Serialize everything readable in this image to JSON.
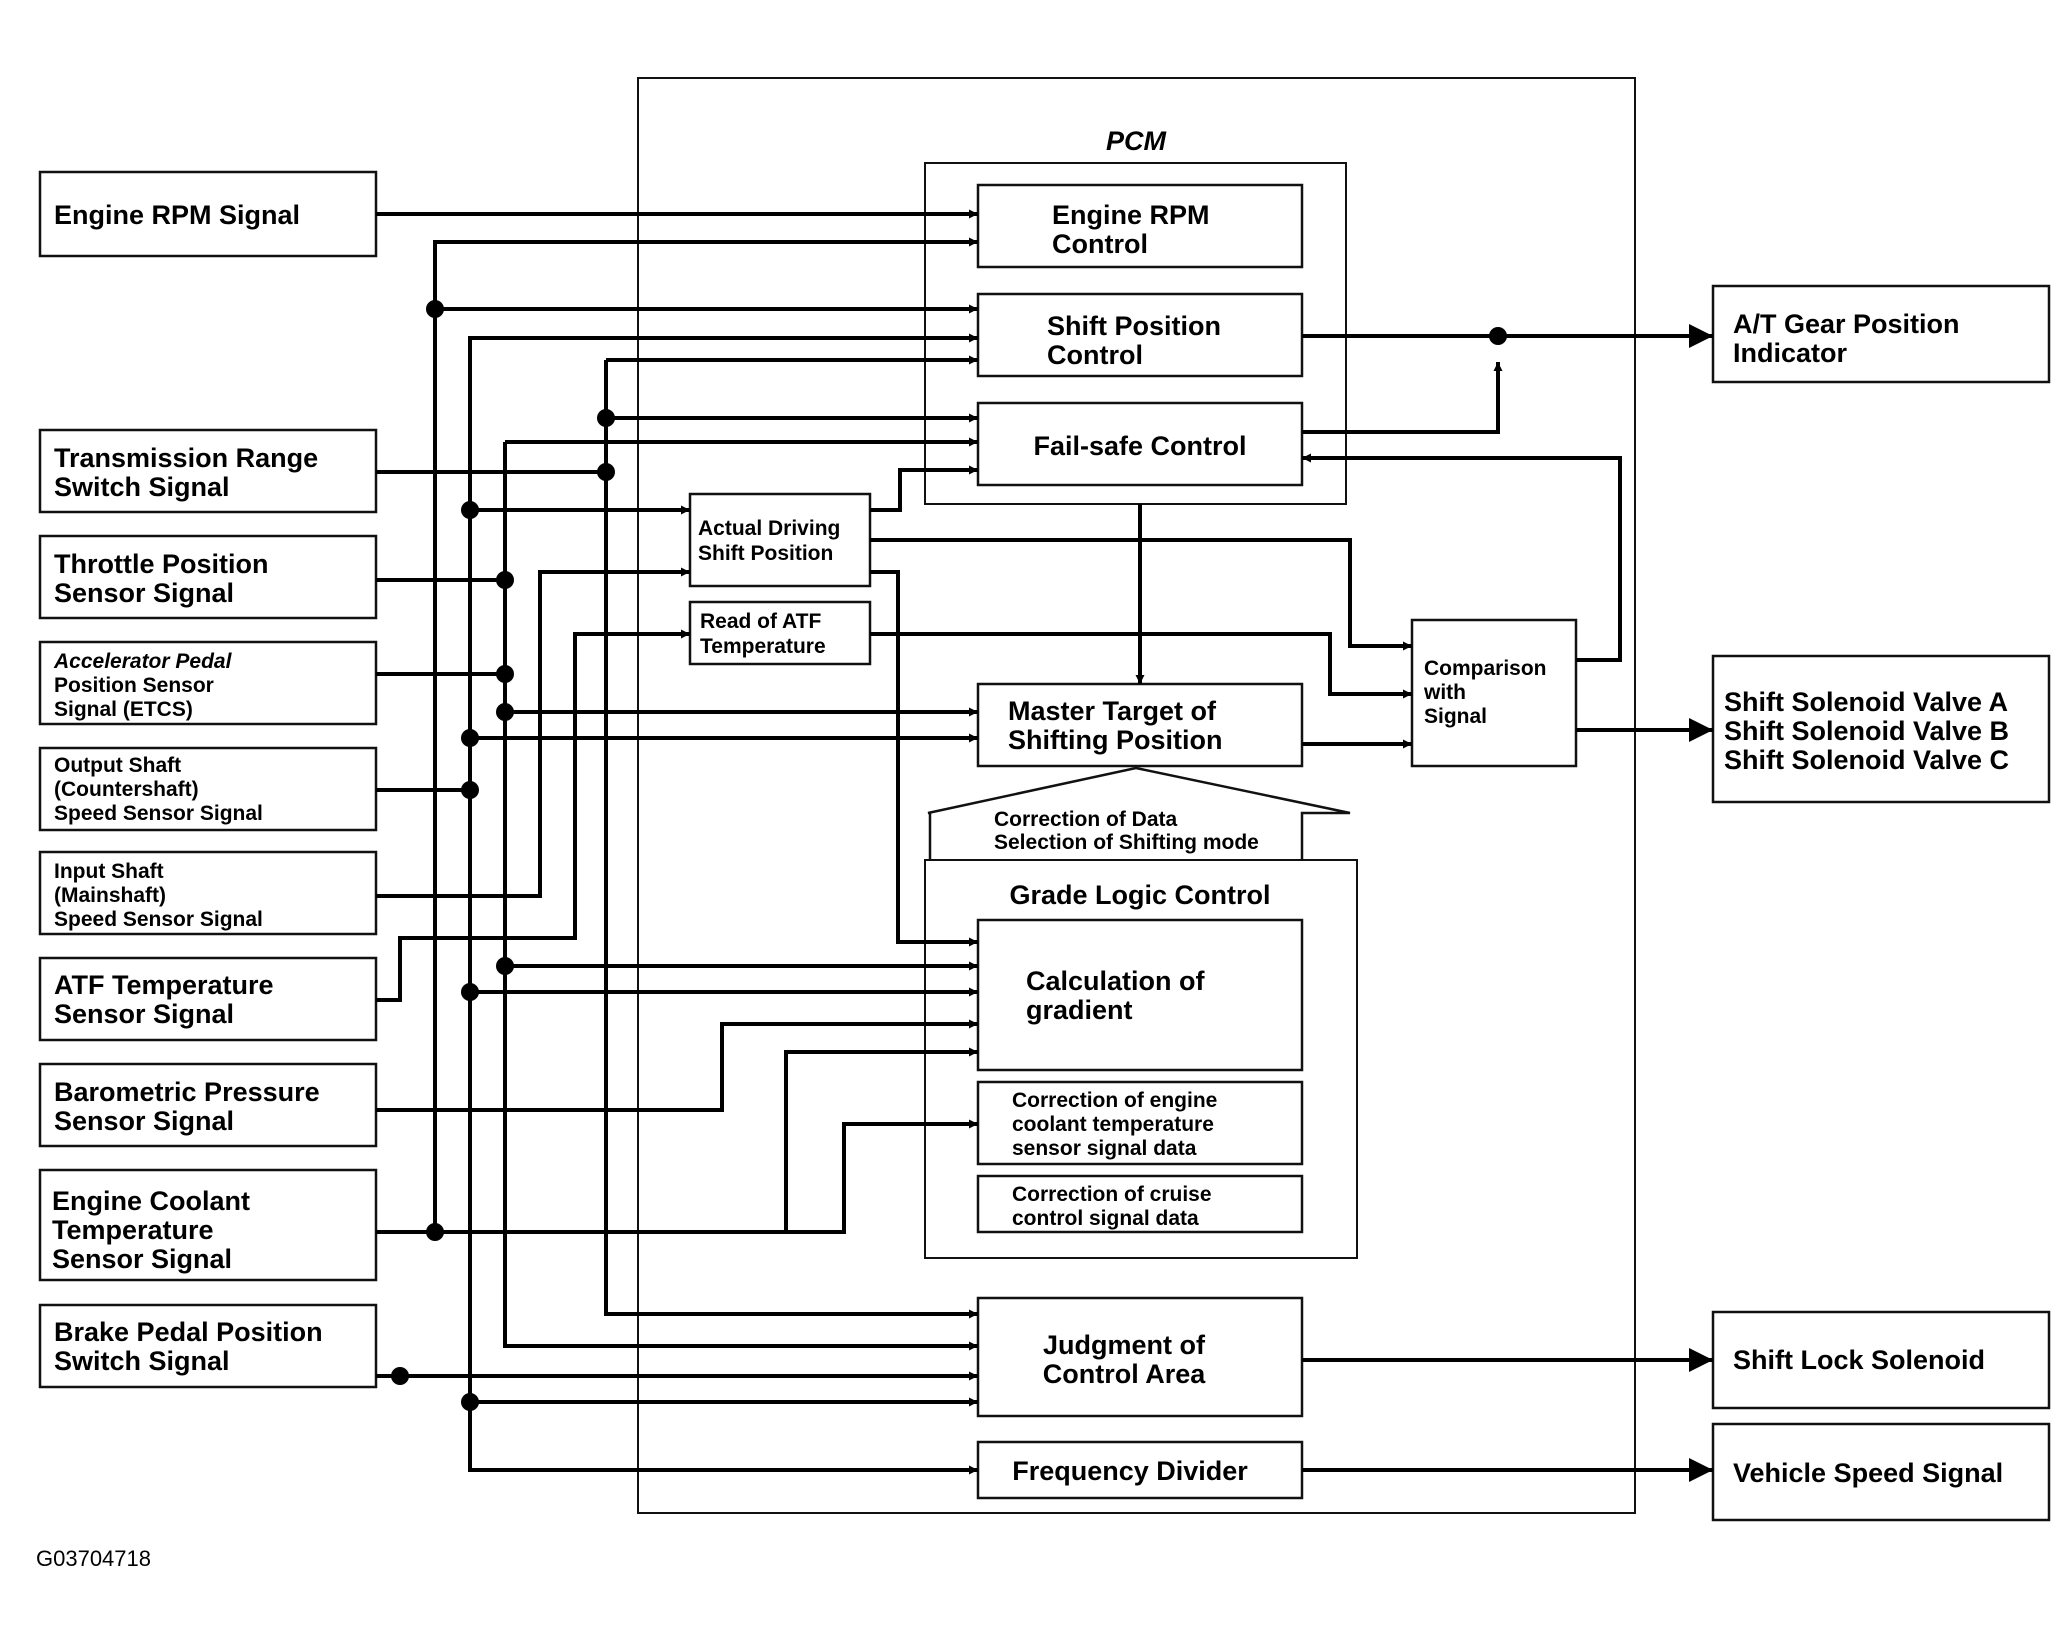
{
  "pcm_title": "PCM",
  "figure_code": "G03704718",
  "inputs": {
    "engine_rpm": [
      "Engine RPM Signal"
    ],
    "trans_range": [
      "Transmission Range",
      "Switch Signal"
    ],
    "throttle": [
      "Throttle Position",
      "Sensor Signal"
    ],
    "accel_pedal": [
      "Accelerator Pedal",
      "Position Sensor",
      "Signal (ETCS)"
    ],
    "output_shaft": [
      "Output Shaft",
      "(Countershaft)",
      "Speed Sensor Signal"
    ],
    "input_shaft": [
      "Input Shaft",
      "(Mainshaft)",
      "Speed Sensor Signal"
    ],
    "atf_temp": [
      "ATF Temperature",
      "Sensor Signal"
    ],
    "baro": [
      "Barometric Pressure",
      "Sensor Signal"
    ],
    "coolant": [
      "Engine Coolant",
      "Temperature",
      "Sensor Signal"
    ],
    "brake": [
      "Brake Pedal Position",
      "Switch Signal"
    ]
  },
  "blocks": {
    "engine_rpm_control": [
      "Engine RPM",
      "Control"
    ],
    "shift_position_control": [
      "Shift Position",
      "Control"
    ],
    "fail_safe": [
      "Fail-safe Control"
    ],
    "actual_driving": [
      "Actual Driving",
      "Shift Position"
    ],
    "read_atf": [
      "Read of ATF",
      "Temperature"
    ],
    "master_target": [
      "Master Target of",
      "Shifting Position"
    ],
    "correction_arrow": [
      "Correction of Data",
      "Selection of Shifting mode"
    ],
    "grade_logic": [
      "Grade Logic Control"
    ],
    "calc_gradient": [
      "Calculation of",
      "gradient"
    ],
    "corr_coolant": [
      "Correction of engine",
      "coolant temperature",
      "sensor signal data"
    ],
    "corr_cruise": [
      "Correction of cruise",
      "control signal data"
    ],
    "judgment": [
      "Judgment of",
      "Control Area"
    ],
    "freq_divider": [
      "Frequency Divider"
    ],
    "comparison": [
      "Comparison",
      "with",
      "Signal"
    ]
  },
  "outputs": {
    "at_gear": [
      "A/T Gear Position",
      "Indicator"
    ],
    "solenoids": [
      "Shift Solenoid Valve A",
      "Shift Solenoid Valve B",
      "Shift Solenoid Valve C"
    ],
    "shift_lock": [
      "Shift Lock Solenoid"
    ],
    "vehicle_speed": [
      "Vehicle Speed Signal"
    ]
  }
}
